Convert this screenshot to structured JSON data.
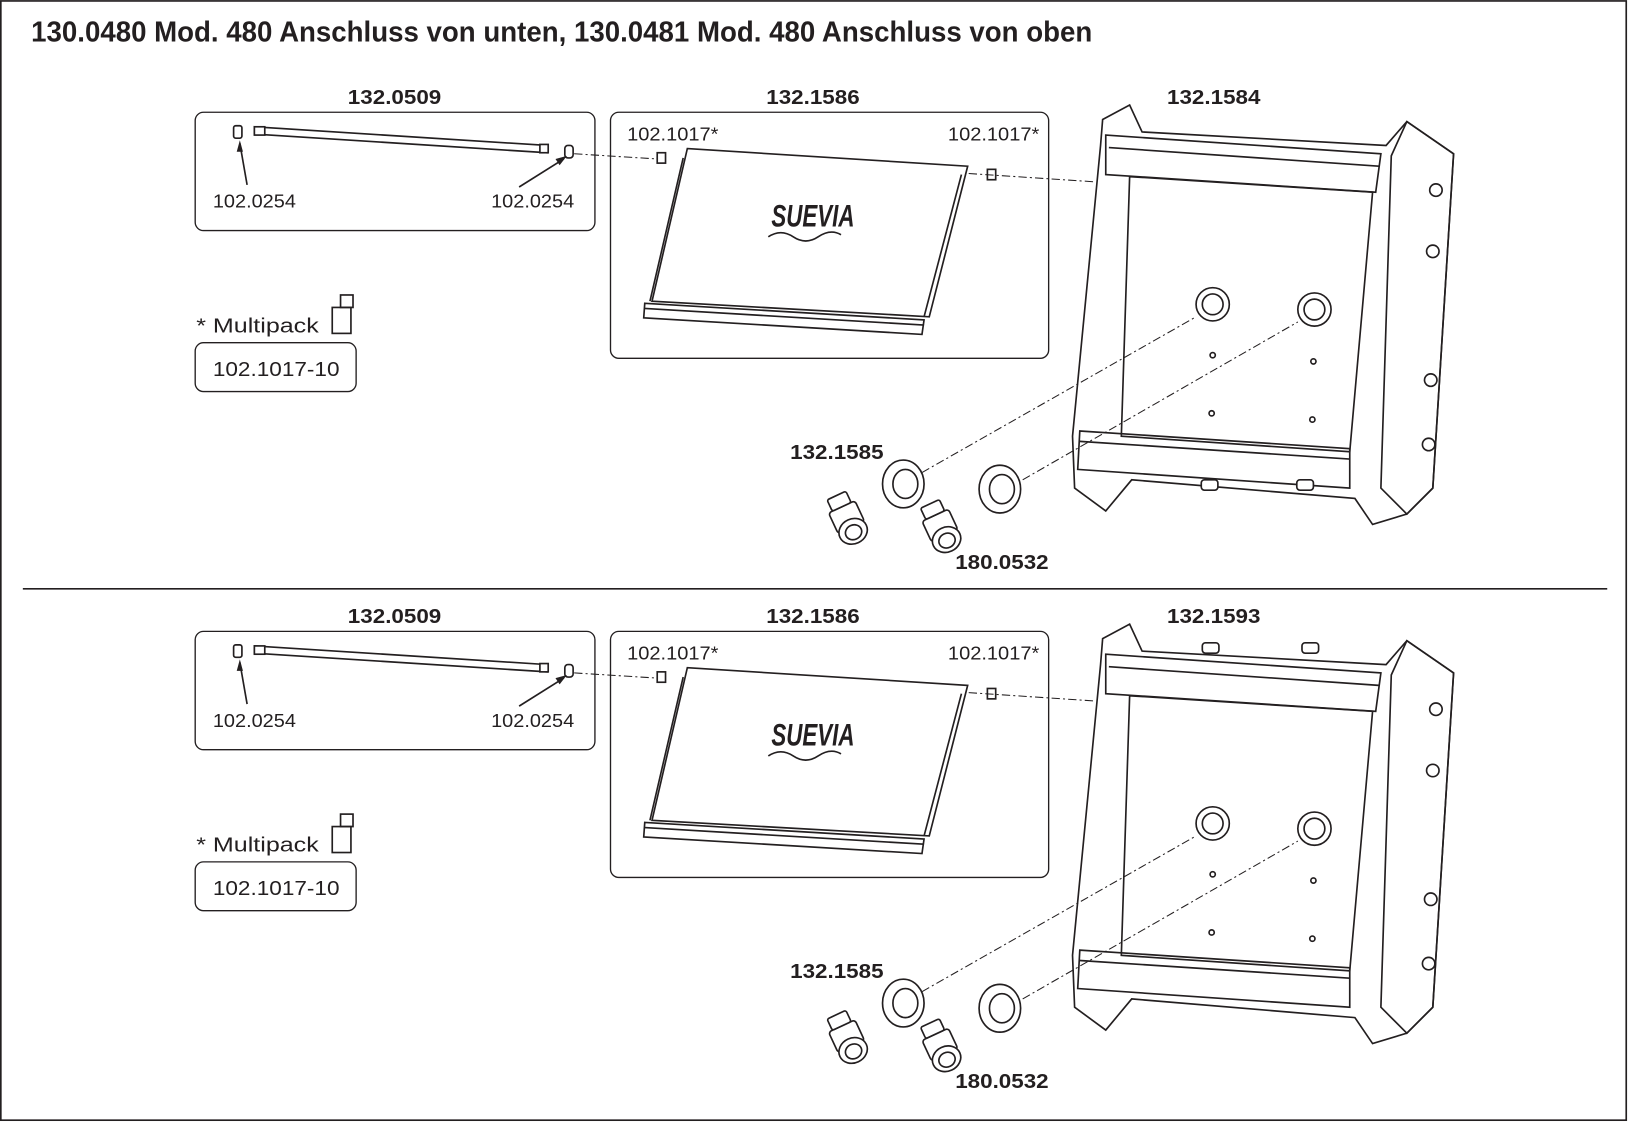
{
  "title": "130.0480 Mod. 480 Anschluss von unten, 130.0481 Mod. 480 Anschluss von oben",
  "logo_text": "SUEVIA",
  "sections": [
    {
      "rod_part": "132.0509",
      "nut_left": "102.0254",
      "nut_right": "102.0254",
      "panel_part": "132.1586",
      "screw_left": "102.1017*",
      "screw_right": "102.1017*",
      "multipack_label": "* Multipack",
      "multipack_part": "102.1017-10",
      "housing_part": "132.1584",
      "seal_part": "132.1585",
      "fitting_part": "180.0532"
    },
    {
      "rod_part": "132.0509",
      "nut_left": "102.0254",
      "nut_right": "102.0254",
      "panel_part": "132.1586",
      "screw_left": "102.1017*",
      "screw_right": "102.1017*",
      "multipack_label": "* Multipack",
      "multipack_part": "102.1017-10",
      "housing_part": "132.1593",
      "seal_part": "132.1585",
      "fitting_part": "180.0532"
    }
  ]
}
